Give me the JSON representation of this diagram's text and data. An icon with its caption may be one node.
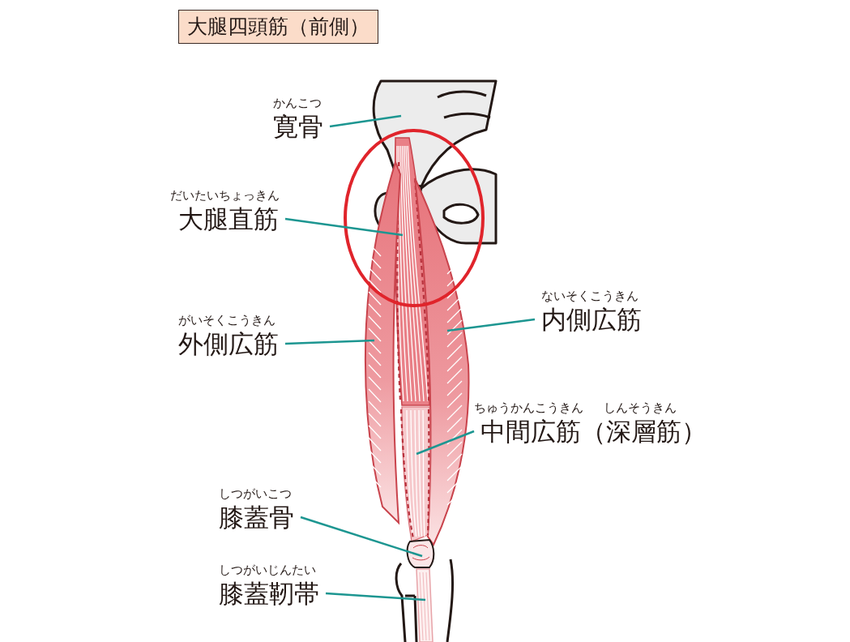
{
  "diagram": {
    "nodes": [
      {
        "text": [
          "大腿四頭筋（前側）"
        ]
      },
      {
        "text": [
          "かんこつ",
          "寛骨"
        ]
      },
      {
        "text": [
          "だいたいちょっきん",
          "大腿直筋"
        ]
      },
      {
        "text": [
          "がいそくこうきん",
          "外側広筋"
        ]
      },
      {
        "text": [
          "ないそくこうきん",
          "内側広筋"
        ]
      },
      {
        "text": [
          "ちゅうかんこうきん",
          "しんそうきん",
          "中間広筋（深層筋）"
        ]
      },
      {
        "text": [
          "しつがいこつ",
          "膝蓋骨"
        ]
      },
      {
        "text": [
          "しつがいじんたい",
          "膝蓋靭帯"
        ]
      },
      {
        "text": [],
        "shape": "picture"
      },
      {
        "text": [],
        "shape": "picture"
      },
      {
        "text": [],
        "shape": "picture"
      },
      {
        "text": [],
        "shape": "picture"
      },
      {
        "text": [],
        "shape": "picture"
      },
      {
        "text": [],
        "shape": "picture"
      },
      {
        "text": [],
        "shape": "picture"
      }
    ],
    "edges": [
      {
        "from": 1,
        "to": 8,
        "arrow": "none"
      },
      {
        "from": 2,
        "to": 9,
        "arrow": "none"
      },
      {
        "from": 3,
        "to": 10,
        "arrow": "none"
      },
      {
        "from": 4,
        "to": 11,
        "arrow": "none"
      },
      {
        "from": 5,
        "to": 12,
        "arrow": "none"
      },
      {
        "from": 6,
        "to": 13,
        "arrow": "none"
      },
      {
        "from": 7,
        "to": 14,
        "arrow": "none"
      }
    ]
  }
}
